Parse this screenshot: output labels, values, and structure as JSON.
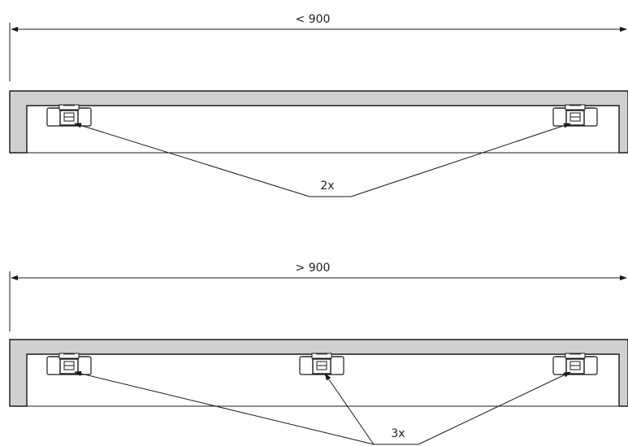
{
  "diagrams": [
    {
      "dimension_label": "< 900",
      "count_label": "2x",
      "clip_count": 2
    },
    {
      "dimension_label": "> 900",
      "count_label": "3x",
      "clip_count": 3
    }
  ],
  "colors": {
    "profile_fill": "#d0d0d0",
    "line": "#1a1a1a"
  }
}
